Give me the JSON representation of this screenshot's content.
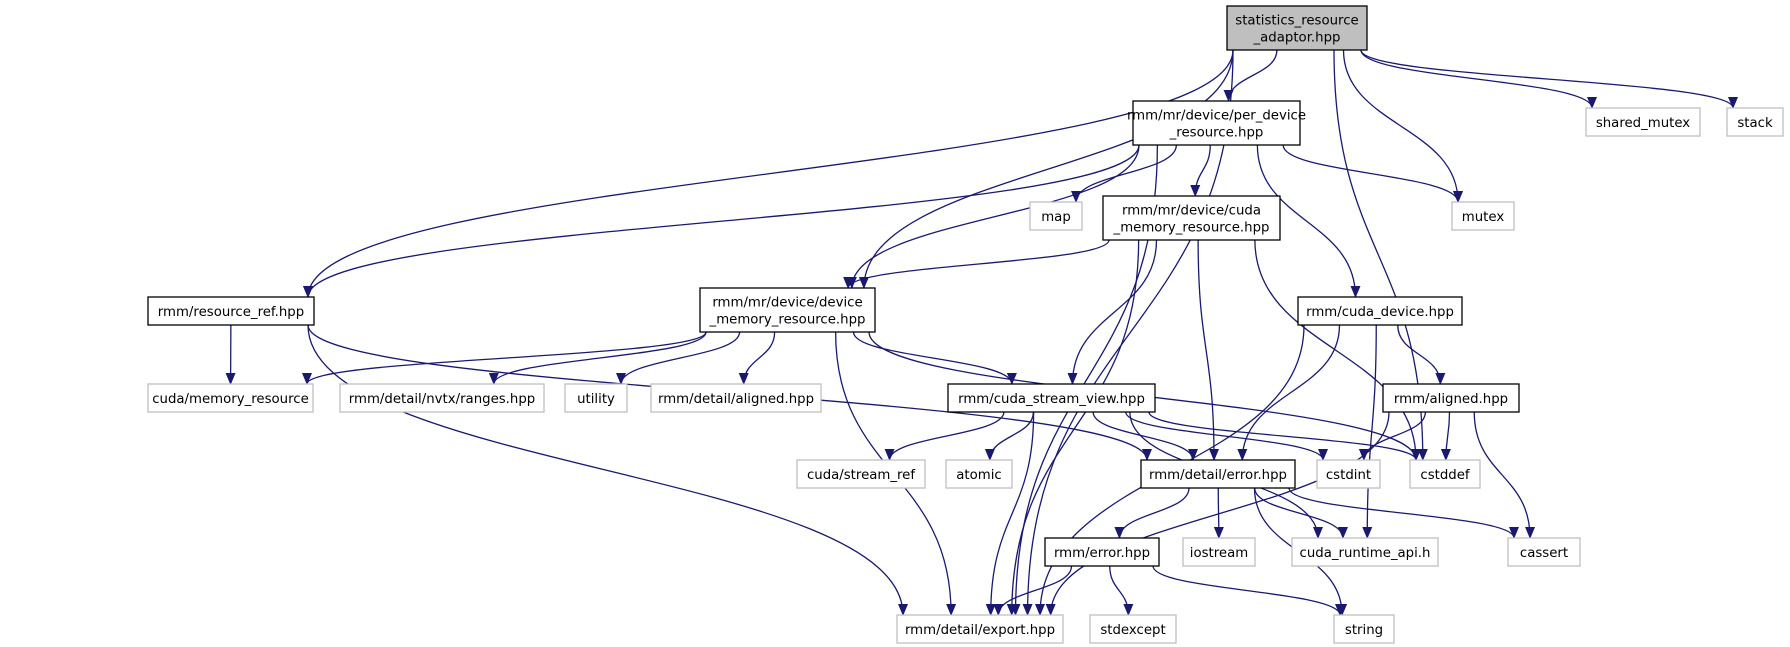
{
  "colors": {
    "edge": "#191970",
    "focus_fill": "#bfbfbf",
    "local_border": "#000000",
    "external_border": "#bfbfbf",
    "background": "#ffffff"
  },
  "nodes": {
    "statistics": {
      "label": [
        "statistics_resource",
        "_adaptor.hpp"
      ],
      "kind": "focus"
    },
    "per_device": {
      "label": [
        "rmm/mr/device/per_device",
        "_resource.hpp"
      ],
      "kind": "local"
    },
    "shared_mutex": {
      "label": [
        "shared_mutex"
      ],
      "kind": "external"
    },
    "stack": {
      "label": [
        "stack"
      ],
      "kind": "external"
    },
    "map": {
      "label": [
        "map"
      ],
      "kind": "external"
    },
    "cuda_mr": {
      "label": [
        "rmm/mr/device/cuda",
        "_memory_resource.hpp"
      ],
      "kind": "local"
    },
    "mutex": {
      "label": [
        "mutex"
      ],
      "kind": "external"
    },
    "resource_ref": {
      "label": [
        "rmm/resource_ref.hpp"
      ],
      "kind": "local"
    },
    "device_mr": {
      "label": [
        "rmm/mr/device/device",
        "_memory_resource.hpp"
      ],
      "kind": "local"
    },
    "cuda_device": {
      "label": [
        "rmm/cuda_device.hpp"
      ],
      "kind": "local"
    },
    "cuda_memory_resource": {
      "label": [
        "cuda/memory_resource"
      ],
      "kind": "external"
    },
    "nvtx_ranges": {
      "label": [
        "rmm/detail/nvtx/ranges.hpp"
      ],
      "kind": "external"
    },
    "utility": {
      "label": [
        "utility"
      ],
      "kind": "external"
    },
    "detail_aligned": {
      "label": [
        "rmm/detail/aligned.hpp"
      ],
      "kind": "external"
    },
    "cuda_stream_view": {
      "label": [
        "rmm/cuda_stream_view.hpp"
      ],
      "kind": "local"
    },
    "rmm_aligned": {
      "label": [
        "rmm/aligned.hpp"
      ],
      "kind": "local"
    },
    "cuda_stream_ref": {
      "label": [
        "cuda/stream_ref"
      ],
      "kind": "external"
    },
    "atomic": {
      "label": [
        "atomic"
      ],
      "kind": "external"
    },
    "detail_error": {
      "label": [
        "rmm/detail/error.hpp"
      ],
      "kind": "local"
    },
    "cstdint": {
      "label": [
        "cstdint"
      ],
      "kind": "external"
    },
    "cstddef": {
      "label": [
        "cstddef"
      ],
      "kind": "external"
    },
    "rmm_error": {
      "label": [
        "rmm/error.hpp"
      ],
      "kind": "local"
    },
    "iostream": {
      "label": [
        "iostream"
      ],
      "kind": "external"
    },
    "cuda_runtime_api": {
      "label": [
        "cuda_runtime_api.h"
      ],
      "kind": "external"
    },
    "cassert": {
      "label": [
        "cassert"
      ],
      "kind": "external"
    },
    "export": {
      "label": [
        "rmm/detail/export.hpp"
      ],
      "kind": "external"
    },
    "stdexcept": {
      "label": [
        "stdexcept"
      ],
      "kind": "external"
    },
    "string": {
      "label": [
        "string"
      ],
      "kind": "external"
    }
  },
  "edges": [
    [
      "statistics",
      "per_device"
    ],
    [
      "statistics",
      "shared_mutex"
    ],
    [
      "statistics",
      "stack"
    ],
    [
      "statistics",
      "mutex"
    ],
    [
      "statistics",
      "cstddef"
    ],
    [
      "statistics",
      "resource_ref"
    ],
    [
      "statistics",
      "device_mr"
    ],
    [
      "statistics",
      "export"
    ],
    [
      "per_device",
      "map"
    ],
    [
      "per_device",
      "cuda_mr"
    ],
    [
      "per_device",
      "mutex"
    ],
    [
      "per_device",
      "resource_ref"
    ],
    [
      "per_device",
      "device_mr"
    ],
    [
      "per_device",
      "cuda_device"
    ],
    [
      "per_device",
      "export"
    ],
    [
      "cuda_mr",
      "device_mr"
    ],
    [
      "cuda_mr",
      "cuda_stream_view"
    ],
    [
      "cuda_mr",
      "detail_error"
    ],
    [
      "cuda_mr",
      "cstddef"
    ],
    [
      "cuda_mr",
      "export"
    ],
    [
      "resource_ref",
      "cuda_memory_resource"
    ],
    [
      "resource_ref",
      "detail_error"
    ],
    [
      "resource_ref",
      "export"
    ],
    [
      "device_mr",
      "cuda_memory_resource"
    ],
    [
      "device_mr",
      "nvtx_ranges"
    ],
    [
      "device_mr",
      "utility"
    ],
    [
      "device_mr",
      "detail_aligned"
    ],
    [
      "device_mr",
      "cuda_stream_view"
    ],
    [
      "device_mr",
      "cstddef"
    ],
    [
      "device_mr",
      "export"
    ],
    [
      "cuda_device",
      "detail_error"
    ],
    [
      "cuda_device",
      "rmm_aligned"
    ],
    [
      "cuda_device",
      "cuda_runtime_api"
    ],
    [
      "cuda_device",
      "export"
    ],
    [
      "rmm_aligned",
      "cstdint"
    ],
    [
      "rmm_aligned",
      "cstddef"
    ],
    [
      "rmm_aligned",
      "cassert"
    ],
    [
      "rmm_aligned",
      "export"
    ],
    [
      "cuda_stream_view",
      "cuda_stream_ref"
    ],
    [
      "cuda_stream_view",
      "atomic"
    ],
    [
      "cuda_stream_view",
      "detail_error"
    ],
    [
      "cuda_stream_view",
      "cstdint"
    ],
    [
      "cuda_stream_view",
      "cstddef"
    ],
    [
      "cuda_stream_view",
      "cuda_runtime_api"
    ],
    [
      "cuda_stream_view",
      "export"
    ],
    [
      "detail_error",
      "rmm_error"
    ],
    [
      "detail_error",
      "iostream"
    ],
    [
      "detail_error",
      "cuda_runtime_api"
    ],
    [
      "detail_error",
      "cassert"
    ],
    [
      "detail_error",
      "string"
    ],
    [
      "rmm_error",
      "stdexcept"
    ],
    [
      "rmm_error",
      "string"
    ],
    [
      "rmm_error",
      "export"
    ]
  ]
}
